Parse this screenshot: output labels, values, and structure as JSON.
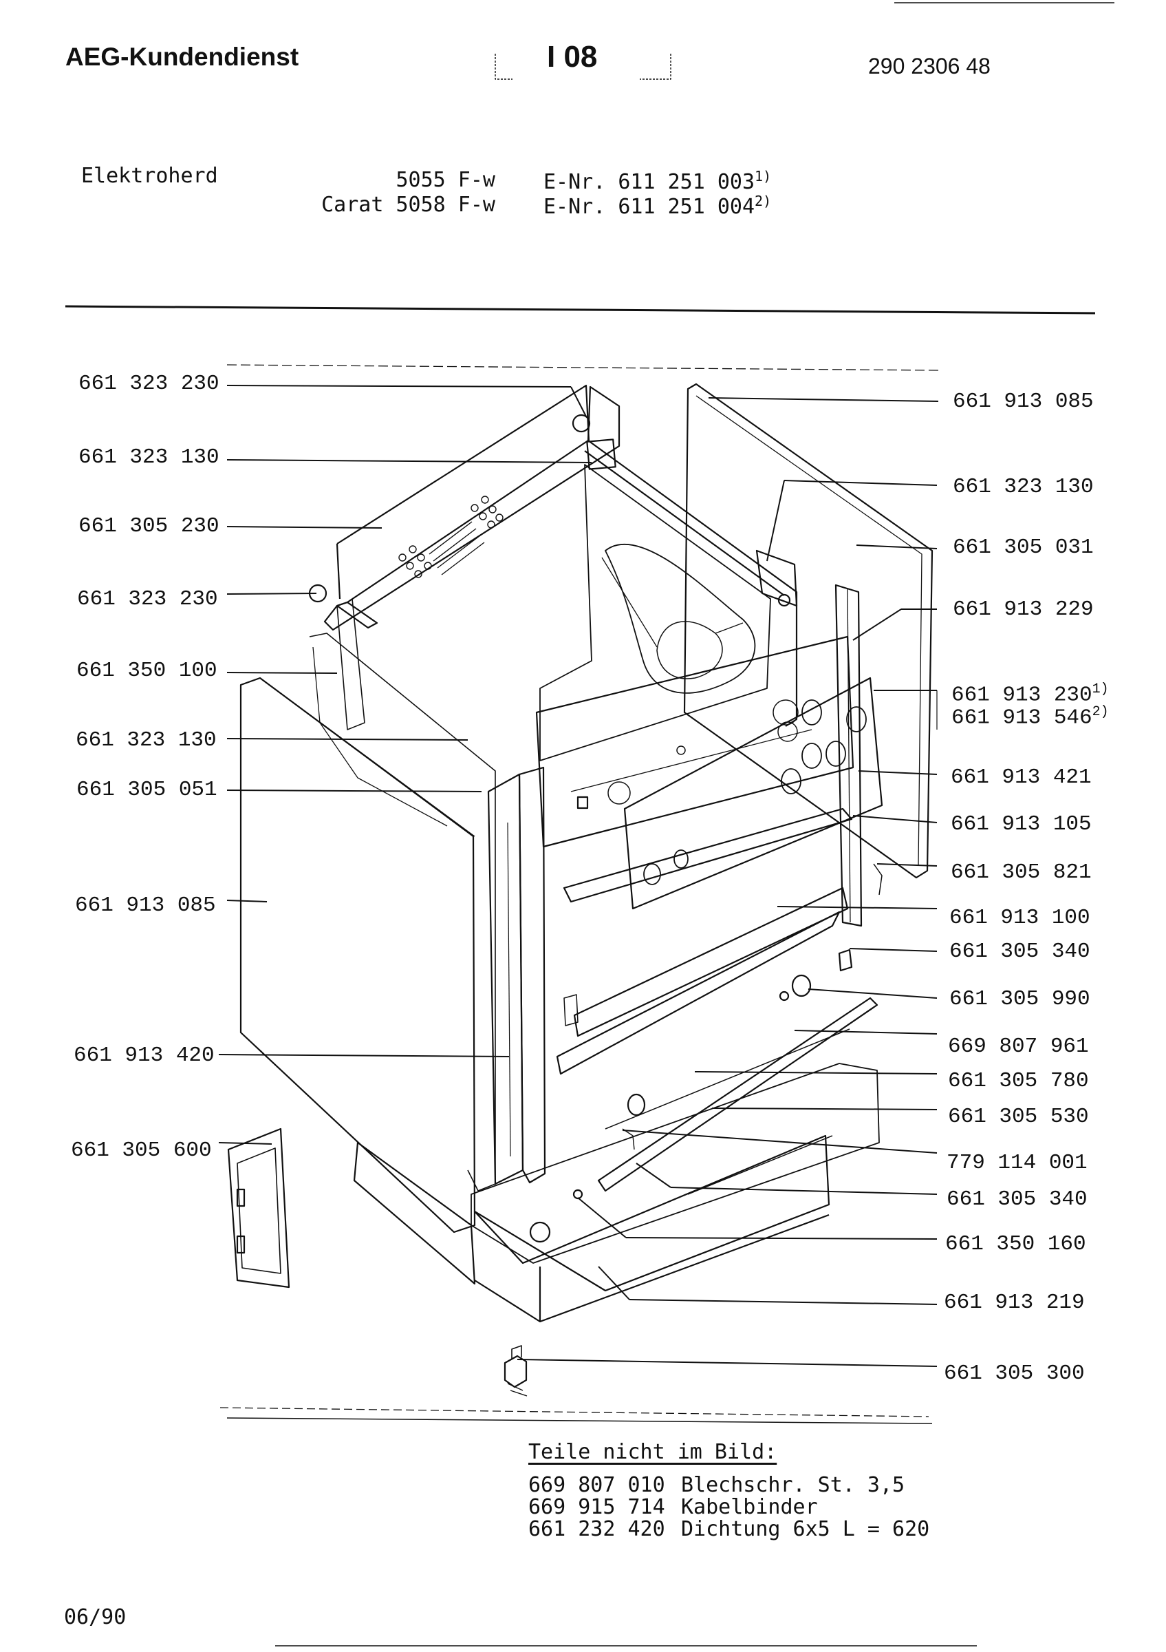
{
  "header": {
    "brand": "AEG-Kundendienst",
    "page_code": "I 08",
    "doc_number": "290 2306 48"
  },
  "product": {
    "type": "Elektroherd",
    "models": [
      {
        "model": "5055 F-w",
        "enr": "E-Nr. 611 251 003",
        "note": "1)"
      },
      {
        "model": "Carat 5058 F-w",
        "enr": "E-Nr. 611 251 004",
        "note": "2)"
      }
    ]
  },
  "left_labels": [
    "661 323 230",
    "661 323 130",
    "661 305 230",
    "661 323 230",
    "661 350 100",
    "661 323 130",
    "661 305 051",
    "661 913 085",
    "661 913 420",
    "661 305 600"
  ],
  "right_labels": [
    "661 913 085",
    "661 323 130",
    "661 305 031",
    "661 913 229",
    "661 913 230",
    "661 913 546",
    "661 913 421",
    "661 913 105",
    "661 305 821",
    "661 913 100",
    "661 305 340",
    "661 305 990",
    "669 807 961",
    "661 305 780",
    "661 305 530",
    "779 114 001",
    "661 305 340",
    "661 350 160",
    "661 913 219",
    "661 305 300"
  ],
  "right_notes": {
    "r4": "1)",
    "r5": "2)"
  },
  "parts_not_shown": {
    "title": "Teile nicht im Bild:",
    "items": [
      {
        "number": "669 807 010",
        "desc": "Blechschr. St. 3,5"
      },
      {
        "number": "669 915 714",
        "desc": "Kabelbinder"
      },
      {
        "number": "661 232 420",
        "desc": "Dichtung 6x5 L = 620"
      }
    ]
  },
  "footer": {
    "date": "06/90"
  }
}
